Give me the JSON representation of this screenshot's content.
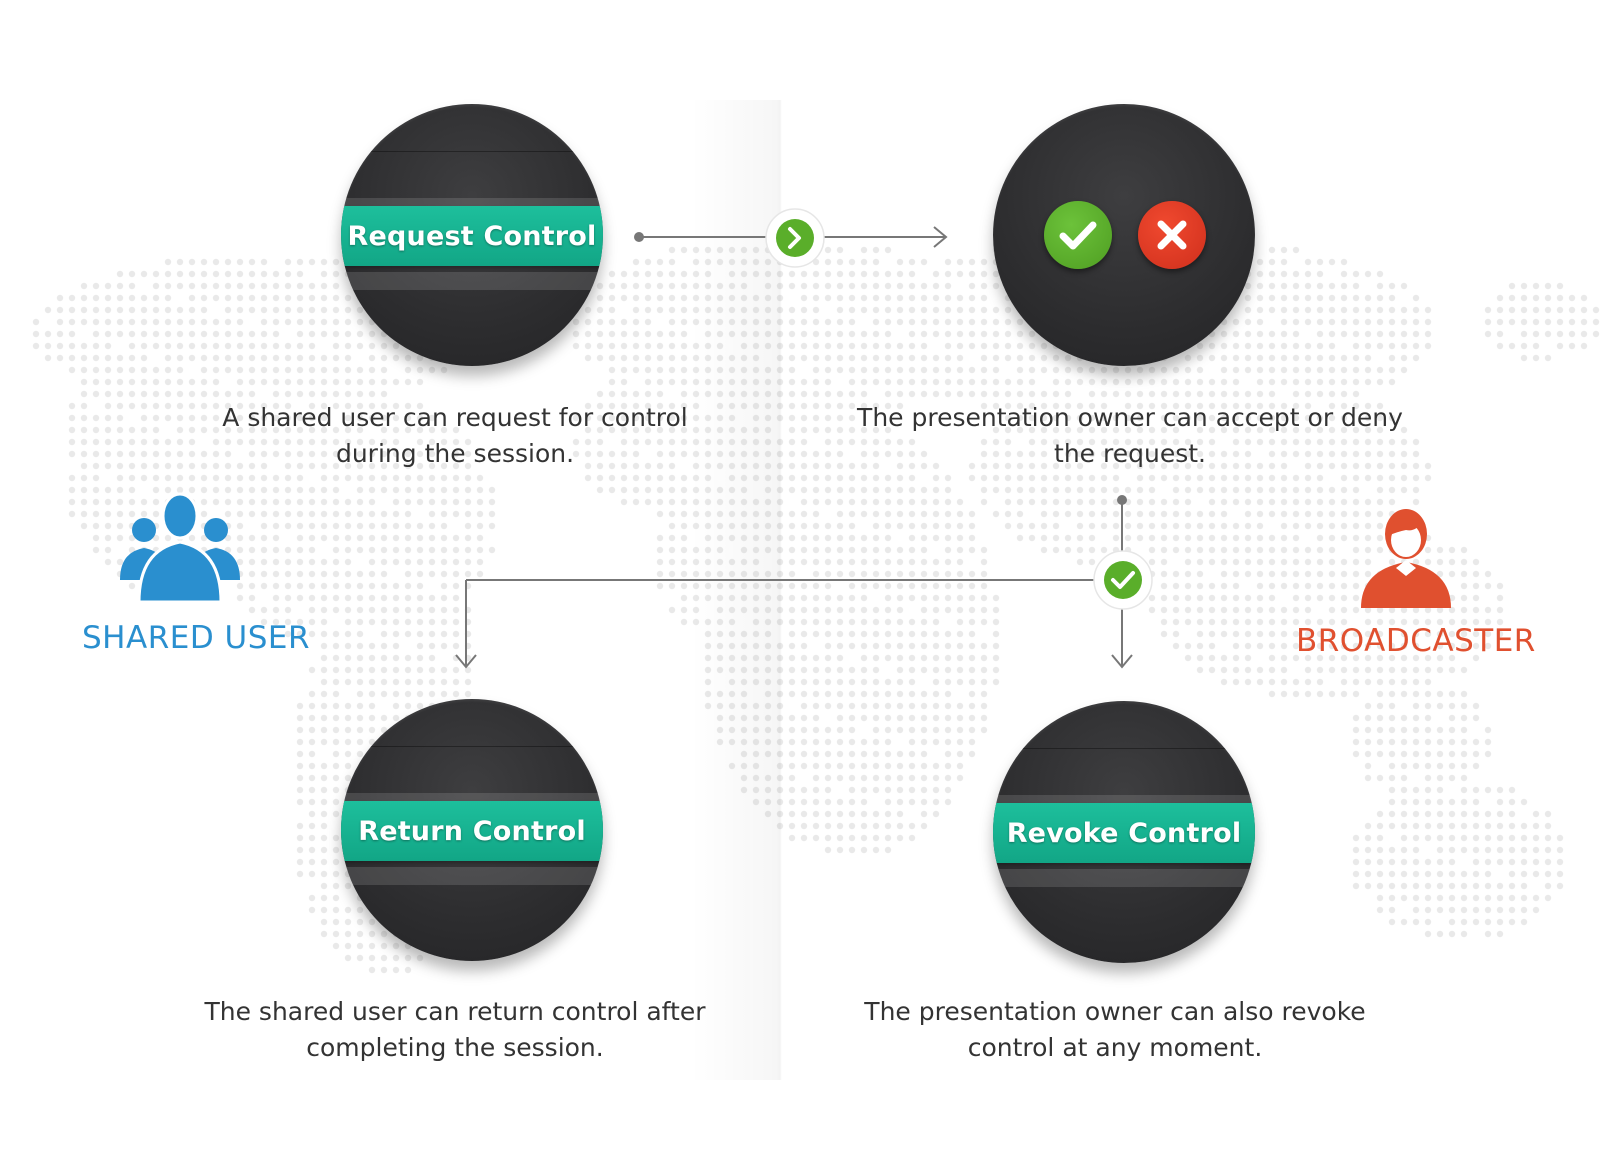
{
  "steps": {
    "request": {
      "button_label": "Request Control",
      "caption_line1": "A shared user can request for control",
      "caption_line2": "during the session."
    },
    "decision": {
      "accept_icon": "checkmark-icon",
      "deny_icon": "x-icon",
      "caption_line1": "The presentation owner can accept or deny",
      "caption_line2": "the request."
    },
    "return": {
      "button_label": "Return Control",
      "caption_line1": "The shared user can return control after",
      "caption_line2": "completing the session."
    },
    "revoke": {
      "button_label": "Revoke Control",
      "caption_line1": "The presentation owner can also revoke",
      "caption_line2": "control at any moment."
    }
  },
  "roles": {
    "shared_user": {
      "label": "SHARED USER",
      "icon": "user-group-icon",
      "color": "#2a8fcf"
    },
    "broadcaster": {
      "label": "BROADCASTER",
      "icon": "user-icon",
      "color": "#e0502f"
    }
  },
  "colors": {
    "accent_teal": "#16b394",
    "accept_green": "#5aae2a",
    "deny_red": "#e03a25",
    "disc_dark": "#2d2d2f",
    "connector_grey": "#777777"
  }
}
